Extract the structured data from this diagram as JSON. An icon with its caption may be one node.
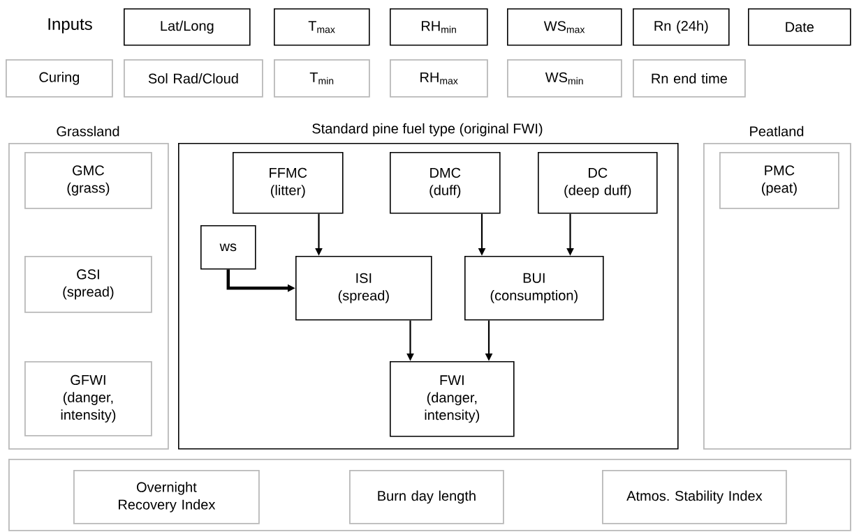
{
  "diagram": {
    "nodes": [
      {
        "text": [
          "Lat/Long"
        ]
      },
      {
        "text": [
          "T$_{max}$"
        ]
      },
      {
        "text": [
          "RH$_{min}$"
        ]
      },
      {
        "text": [
          "WS$_{max}$"
        ]
      },
      {
        "text": [
          "Rn (24h)"
        ]
      },
      {
        "text": [
          "Date"
        ]
      },
      {
        "text": [
          "Curing"
        ]
      },
      {
        "text": [
          "Sol Rad/Cloud"
        ]
      },
      {
        "text": [
          "T$_{min}$"
        ]
      },
      {
        "text": [
          "RH$_{max}$"
        ]
      },
      {
        "text": [
          "WS$_{min}$"
        ]
      },
      {
        "text": [
          "Rn end time"
        ]
      },
      {
        "text": [
          "Grassland"
        ]
      },
      {
        "text": [
          "GMC",
          "(grass)"
        ],
        "in": 12
      },
      {
        "text": [
          "GSI",
          "(spread)"
        ],
        "in": 12
      },
      {
        "text": [
          "GFWI",
          "(danger, intensity)"
        ],
        "in": 12
      },
      {
        "text": [
          "Standard pine fuel type (original FWI)"
        ]
      },
      {
        "text": [
          "FFMC",
          "(litter)"
        ],
        "in": 16
      },
      {
        "text": [
          "DMC",
          "(duff)"
        ],
        "in": 16
      },
      {
        "text": [
          "DC",
          "(deep duff)"
        ],
        "in": 16
      },
      {
        "text": [
          "ws"
        ],
        "in": 16
      },
      {
        "text": [
          "ISI",
          "(spread)"
        ],
        "in": 16
      },
      {
        "text": [
          "BUI",
          "(consumption)"
        ],
        "in": 16
      },
      {
        "text": [
          "FWI",
          "(danger, intensity)"
        ],
        "in": 16
      },
      {
        "text": [
          "Peatland"
        ]
      },
      {
        "text": [
          "PMC",
          "(peat)"
        ],
        "in": 24
      },
      {
        "text": [],
        "shape": "box"
      },
      {
        "text": [
          "Overnight Recovery Index"
        ],
        "in": 26
      },
      {
        "text": [
          "Burn day length"
        ],
        "in": 26
      },
      {
        "text": [
          "Atmos. Stability Index"
        ],
        "in": 26
      }
    ],
    "edges": [
      {
        "from": 17,
        "to": 21,
        "arrow": "to"
      },
      {
        "from": 18,
        "to": 22,
        "arrow": "to"
      },
      {
        "from": 19,
        "to": 22,
        "arrow": "to"
      },
      {
        "from": 20,
        "to": 21,
        "arrow": "to",
        "style": "thick"
      },
      {
        "from": 21,
        "to": 23,
        "arrow": "to"
      },
      {
        "from": 22,
        "to": 23,
        "arrow": "to"
      }
    ],
    "labels": [
      "Inputs"
    ]
  }
}
